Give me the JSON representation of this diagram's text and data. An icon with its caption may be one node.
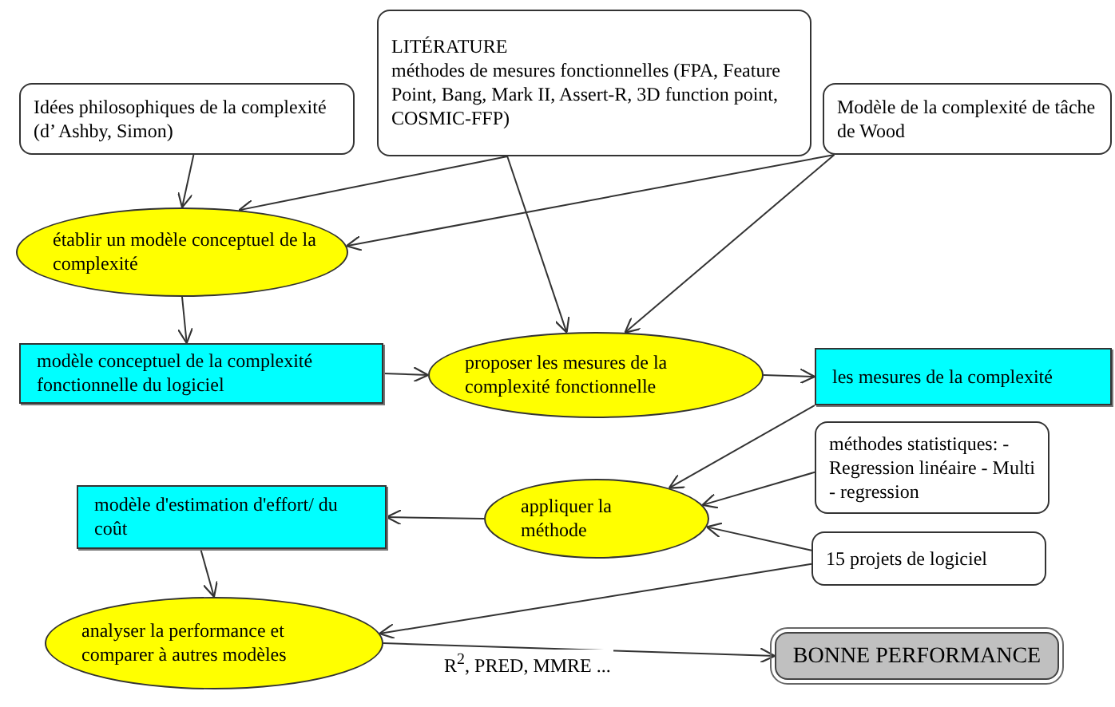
{
  "diagram": {
    "nodes": [
      {
        "text": [
          "Idées philosophiques de la complexité (d’ Ashby, Simon)"
        ]
      },
      {
        "text": [
          "LITÉRATURE",
          "méthodes de mesures fonctionnelles (FPA, Feature Point, Bang, Mark II, Assert-R, 3D function point, COSMIC-FFP)"
        ]
      },
      {
        "text": [
          "Modèle de la complexité de tâche de Wood"
        ]
      },
      {
        "text": [
          "établir un modèle conceptuel de la complexité"
        ]
      },
      {
        "text": [
          "modèle conceptuel de la complexité fonctionnelle du logiciel"
        ]
      },
      {
        "text": [
          "proposer les mesures de la complexité fonctionnelle"
        ]
      },
      {
        "text": [
          "les mesures de la complexité"
        ]
      },
      {
        "text": [
          "méthodes statistiques: - Regression linéaire - Multi - regression"
        ]
      },
      {
        "text": [
          "appliquer la méthode"
        ]
      },
      {
        "text": [
          "modèle d'estimation d'effort/ du coût"
        ]
      },
      {
        "text": [
          "15 projets de logiciel"
        ]
      },
      {
        "text": [
          "analyser la performance et comparer à autres modèles"
        ]
      },
      {
        "text": [
          "BONNE PERFORMANCE"
        ]
      }
    ],
    "edges": [
      {
        "from": 0,
        "to": 3,
        "arrow": "to"
      },
      {
        "from": 1,
        "to": 3,
        "arrow": "to"
      },
      {
        "from": 2,
        "to": 3,
        "arrow": "to"
      },
      {
        "from": 1,
        "to": 5,
        "arrow": "to"
      },
      {
        "from": 2,
        "to": 5,
        "arrow": "to"
      },
      {
        "from": 3,
        "to": 4,
        "arrow": "to"
      },
      {
        "from": 4,
        "to": 5,
        "arrow": "to"
      },
      {
        "from": 5,
        "to": 6,
        "arrow": "to"
      },
      {
        "from": 6,
        "to": 8,
        "arrow": "to"
      },
      {
        "from": 7,
        "to": 8,
        "arrow": "to"
      },
      {
        "from": 10,
        "to": 8,
        "arrow": "to"
      },
      {
        "from": 8,
        "to": 9,
        "arrow": "to"
      },
      {
        "from": 9,
        "to": 11,
        "arrow": "to"
      },
      {
        "from": 10,
        "to": 11,
        "arrow": "to"
      },
      {
        "from": 11,
        "to": 12,
        "arrow": "to",
        "label": "R$^{2}$, PRED, MMRE ..."
      }
    ]
  }
}
